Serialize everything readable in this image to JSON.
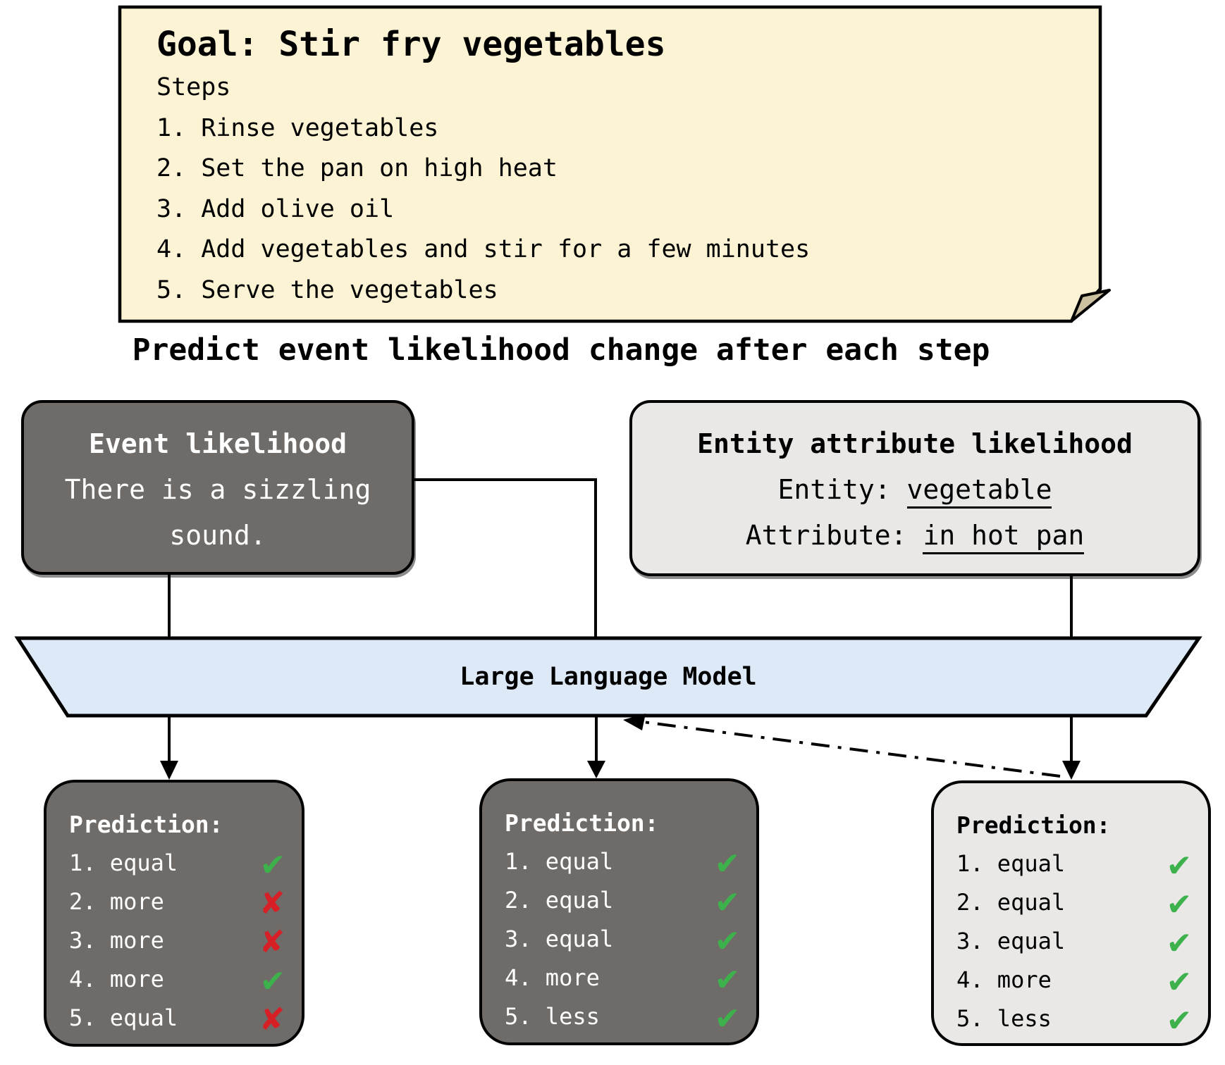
{
  "note": {
    "title": "Goal: Stir fry vegetables",
    "subtitle": "Steps",
    "steps": [
      "1. Rinse vegetables",
      "2. Set the pan on high heat",
      "3. Add olive oil",
      "4. Add vegetables and stir for a few minutes",
      "5. Serve the vegetables"
    ]
  },
  "heading": "Predict event likelihood change after each step",
  "event_box": {
    "title": "Event likelihood",
    "lines": [
      "There is a sizzling",
      "sound."
    ]
  },
  "entity_box": {
    "title": "Entity attribute likelihood",
    "lines": [
      {
        "label": "Entity: ",
        "value": "vegetable"
      },
      {
        "label": "Attribute: ",
        "value": "in hot pan"
      }
    ]
  },
  "llm": {
    "label": "Large Language Model"
  },
  "marks": {
    "check": "✔",
    "cross": "✘"
  },
  "predictions": [
    {
      "position": "left",
      "theme": "dark",
      "title": "Prediction:",
      "items": [
        {
          "label": "1. equal",
          "mark": "check"
        },
        {
          "label": "2. more",
          "mark": "cross"
        },
        {
          "label": "3. more",
          "mark": "cross"
        },
        {
          "label": "4. more",
          "mark": "check"
        },
        {
          "label": "5. equal",
          "mark": "cross"
        }
      ]
    },
    {
      "position": "middle",
      "theme": "dark",
      "title": "Prediction:",
      "items": [
        {
          "label": "1. equal",
          "mark": "check"
        },
        {
          "label": "2. equal",
          "mark": "check"
        },
        {
          "label": "3. equal",
          "mark": "check"
        },
        {
          "label": "4. more",
          "mark": "check"
        },
        {
          "label": "5. less",
          "mark": "check"
        }
      ]
    },
    {
      "position": "right",
      "theme": "light",
      "title": "Prediction:",
      "items": [
        {
          "label": "1. equal",
          "mark": "check"
        },
        {
          "label": "2. equal",
          "mark": "check"
        },
        {
          "label": "3. equal",
          "mark": "check"
        },
        {
          "label": "4. more",
          "mark": "check"
        },
        {
          "label": "5. less",
          "mark": "check"
        }
      ]
    }
  ],
  "colors": {
    "note_bg": "#fcf3d4",
    "note_fold": "#cbc1a0",
    "dark_box": "#6f6b68",
    "light_box": "#e9e8e6",
    "llm_bg": "#dde9f6",
    "check_green": "#3db14b",
    "cross_red": "#d71f26",
    "outline": "#000000"
  }
}
